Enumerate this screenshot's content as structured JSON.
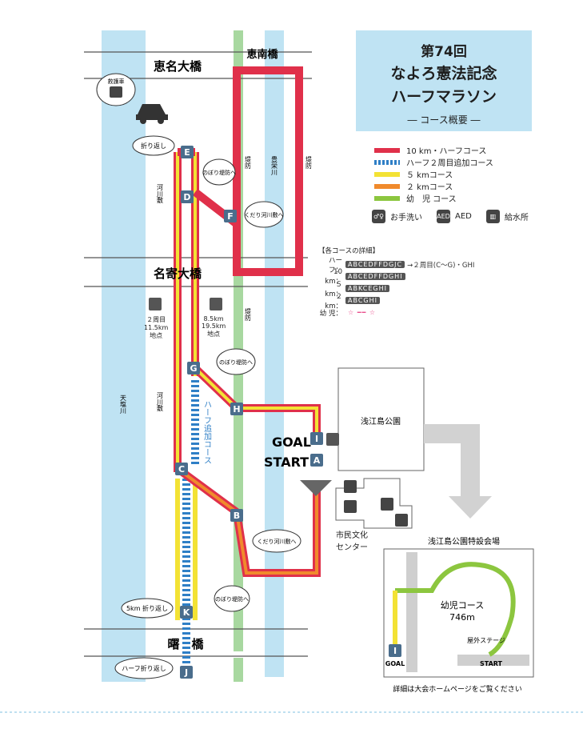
{
  "title": {
    "line1": "第74回",
    "line2": "なよろ憲法記念",
    "line3": "ハーフマラソン",
    "line4": "― コース概要 ―"
  },
  "legend": [
    {
      "label": "10 km・ハーフコース",
      "color": "#e0304a"
    },
    {
      "label": "ハーフ２周目追加コース",
      "color": "#2f7fc6"
    },
    {
      "label": "５ kmコース",
      "color": "#f3e234"
    },
    {
      "label": "２ kmコース",
      "color": "#f08a2c"
    },
    {
      "label": "幼　児 コース",
      "color": "#8cc63f"
    }
  ],
  "facilities": {
    "toilet": "お手洗い",
    "aed": "AED",
    "water": "給水所",
    "aed_icon_text": "AED"
  },
  "course_details": {
    "header": "【各コースの詳細】",
    "rows": [
      {
        "name": "ハーフ：",
        "seq": "ABCEDFFDGJC",
        "extra": "→２周目(C〜G)・GHI"
      },
      {
        "name": "10 km：",
        "seq": "ABCEDFFDGHI",
        "extra": ""
      },
      {
        "name": "５ km：",
        "seq": "ABKCEGHI",
        "extra": ""
      },
      {
        "name": "２ km：",
        "seq": "ABCGHI",
        "extra": ""
      },
      {
        "name": "幼 児：",
        "seq": "☆ ━━ ☆",
        "extra": ""
      }
    ]
  },
  "bridges": {
    "enmei": "恵名大橋",
    "enan": "恵南橋",
    "nayori": "名寄大橋",
    "akebono": "曙　橋"
  },
  "rivers": {
    "teshio": "天塩川",
    "toyo": "豊栄川",
    "kasen": "河川敷",
    "teibo": "堤防"
  },
  "map_labels": {
    "ambulance": "救護車",
    "oritakaeshi": "折り返し",
    "nobori_teibo_1": "のぼり堤防へ",
    "kudari_kasen_1": "くだり河川敷へ",
    "nobori_teibo_2": "のぼり堤防へ",
    "kudari_kasen_2": "くだり河川敷へ",
    "nobori_teibo_3": "のぼり堤防へ",
    "water_1": "２周目\n11.5km\n地点",
    "water_2": "8.5km\n19.5km\n地点",
    "half_extra": "ハーフ追加コース",
    "fivekm_turn": "5km 折り返し",
    "half_turn": "ハーフ折り返し",
    "goal": "GOAL",
    "start": "START",
    "park": "浅江島公園",
    "civic": "市民文化\nセンター",
    "venue": "浅江島公園特設会場",
    "kids_course": "幼児コース",
    "kids_dist": "746m",
    "stage": "屋外ステージ",
    "kids_goal": "GOAL",
    "kids_start": "START",
    "footer": "詳細は大会ホームページをご覧ください"
  },
  "points": [
    "A",
    "B",
    "C",
    "D",
    "E",
    "F",
    "G",
    "H",
    "I",
    "J",
    "K"
  ]
}
